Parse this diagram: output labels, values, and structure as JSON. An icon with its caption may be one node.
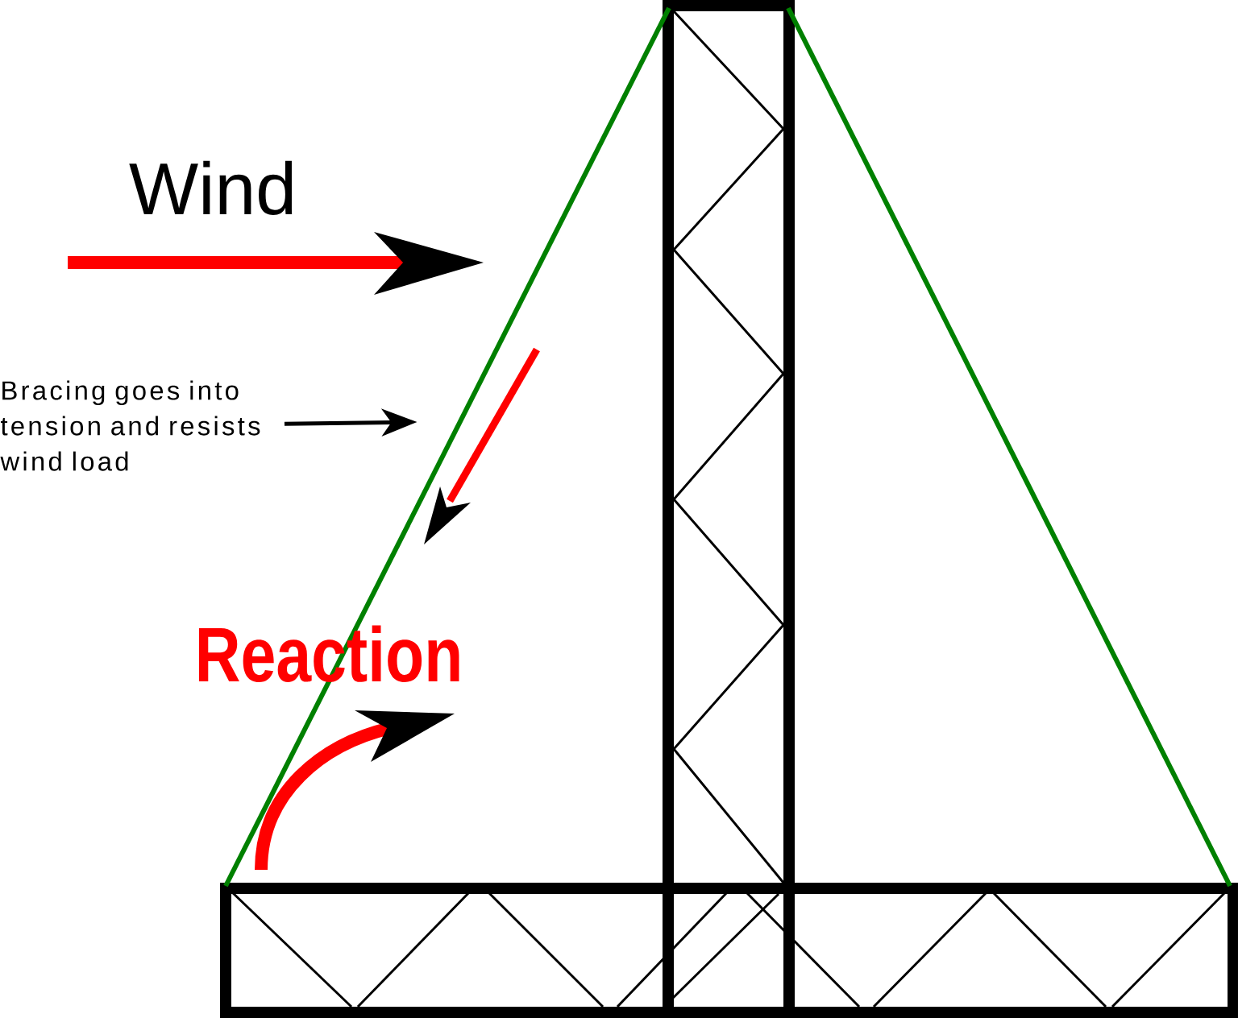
{
  "diagram": {
    "nodes": [
      {
        "text": [
          "Bracing goes into tension and resists wind load"
        ]
      },
      {
        "text": [],
        "shape": "line"
      }
    ],
    "edges": [
      {
        "from": 0,
        "to": 1,
        "arrow": "to"
      }
    ],
    "labels": [
      "Wind",
      "Reaction"
    ]
  }
}
